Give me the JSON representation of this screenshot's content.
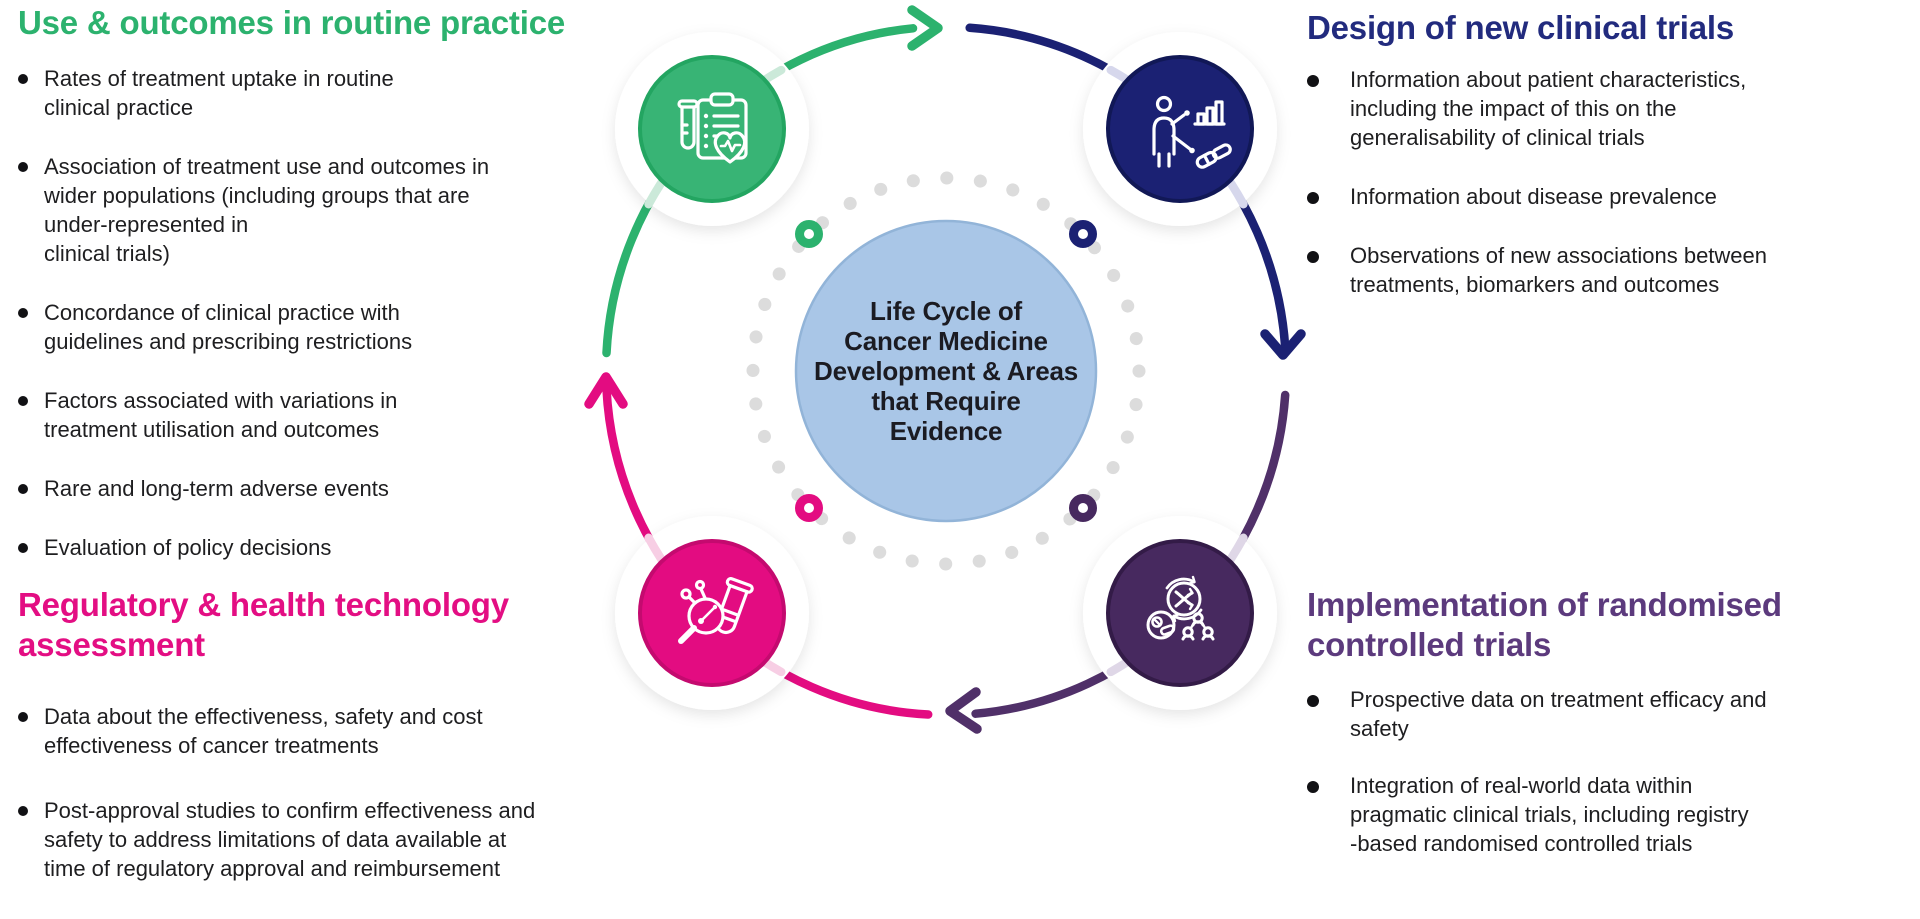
{
  "center": {
    "text": "Life Cycle of\nCancer Medicine\nDevelopment & Areas\nthat Require\nEvidence"
  },
  "sections": {
    "use_outcomes": {
      "title": "Use & outcomes in routine practice",
      "accent_color": "#2CB26E",
      "bullets": [
        "Rates of treatment uptake in routine\nclinical practice",
        "Association of treatment use and outcomes in\nwider populations (including groups that are\nunder-represented in\nclinical trials)",
        "Concordance of clinical practice with\nguidelines and prescribing restrictions",
        "Factors associated with variations in\ntreatment utilisation and outcomes",
        "Rare and long-term adverse events",
        "Evaluation of policy decisions"
      ]
    },
    "design": {
      "title": "Design of new clinical trials",
      "accent_color": "#222B7E",
      "bullets": [
        "Information about patient characteristics,\nincluding the impact of this on the\ngeneralisability of clinical trials",
        "Information about disease prevalence",
        "Observations of new associations between\ntreatments, biomarkers and outcomes"
      ]
    },
    "implementation": {
      "title": "Implementation of randomised\ncontrolled trials",
      "accent_color": "#5C3A7D",
      "bullets": [
        "Prospective data on treatment efficacy and\nsafety",
        "Integration of real-world data within\npragmatic clinical trials, including registry\n-based randomised controlled trials"
      ]
    },
    "regulatory": {
      "title": "Regulatory & health technology\nassessment",
      "accent_color": "#E30E83",
      "bullets": [
        "Data about the effectiveness, safety and cost\neffectiveness of cancer treatments",
        "Post-approval studies to confirm effectiveness and\nsafety to address limitations of data available at\ntime of regulatory approval and reimbursement"
      ]
    }
  },
  "icons": {
    "green": "clipboard-health-icon",
    "navy": "patient-chart-icon",
    "magenta": "search-molecule-icon",
    "purple": "randomisation-people-icon"
  },
  "colors": {
    "green": "#38B475",
    "navy": "#1B2173",
    "magenta": "#E30C81",
    "purple": "#47295F",
    "center_circle_fill": "#A9C6E7",
    "dotted_ring": "#DCDCDC"
  }
}
